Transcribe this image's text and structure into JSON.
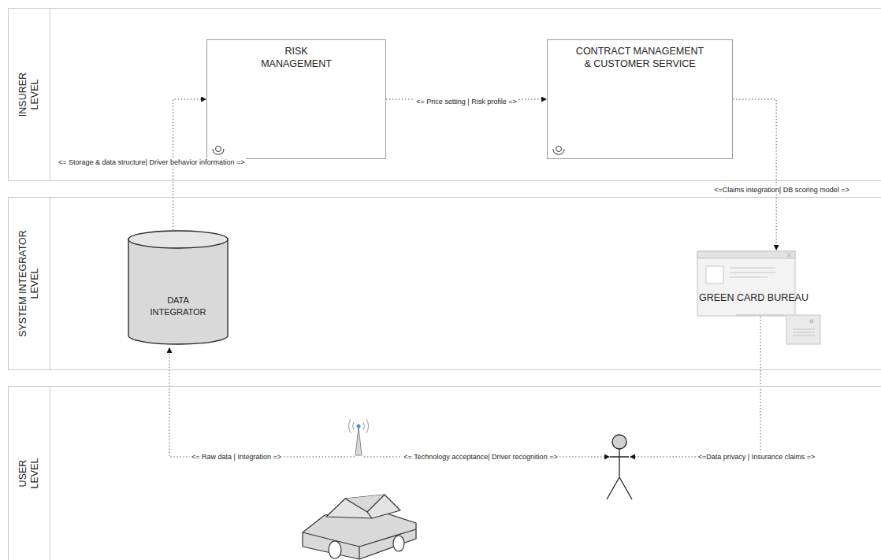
{
  "diagram": {
    "nodes": [
      {
        "text": [
          "INSURER LEVEL"
        ]
      },
      {
        "text": [
          "RISK MANAGEMENT"
        ],
        "in": 0
      },
      {
        "text": [
          "CONTRACT MANAGEMENT & CUSTOMER SERVICE"
        ],
        "in": 0
      },
      {
        "text": [
          "SYSTEM INTEGRATOR LEVEL"
        ]
      },
      {
        "text": [
          "DATA INTEGRATOR"
        ],
        "in": 3
      },
      {
        "text": [
          "GREEN CARD BUREAU"
        ],
        "in": 3
      },
      {
        "text": [
          "USER LEVEL"
        ]
      }
    ],
    "edges": [
      {
        "from": 4,
        "to": 1,
        "arrow": "to",
        "label": "<= Storage & data structure| Driver behavior information =>"
      },
      {
        "from": 1,
        "to": 2,
        "arrow": "to",
        "label": "<= Price setting | Risk profile =>"
      },
      {
        "from": 2,
        "to": 5,
        "arrow": "to",
        "label": "<=Claims integration| DB scoring model =>"
      }
    ],
    "labels": [
      "<= Raw data | Integration =>",
      "<= Technology acceptance| Driver recognition =>",
      "<=Data privacy | Insurance claims =>"
    ]
  }
}
